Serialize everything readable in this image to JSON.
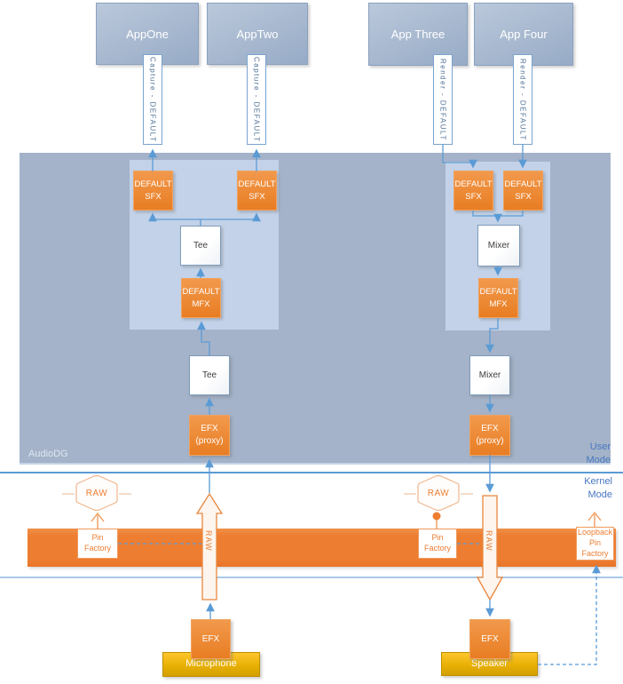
{
  "apps": {
    "one": "AppOne",
    "two": "AppTwo",
    "three": "App Three",
    "four": "App Four"
  },
  "streams": {
    "capture": "Capture - DEFAULT",
    "render": "Render - DEFAULT"
  },
  "regions": {
    "audiodg": "AudioDG",
    "user_mode": "User Mode",
    "kernel_mode": "Kernel Mode"
  },
  "nodes": {
    "default_sfx": "DEFAULT SFX",
    "default_mfx": "DEFAULT MFX",
    "tee": "Tee",
    "mixer": "Mixer",
    "efx_proxy": "EFX (proxy)",
    "efx": "EFX",
    "raw": "RAW",
    "pin_factory": "Pin Factory",
    "loopback_pin_factory": "Loopback Pin Factory"
  },
  "endpoints": {
    "microphone": "Microphone",
    "speaker": "Speaker"
  },
  "colors": {
    "accent_blue": "#5b9bd5",
    "accent_orange": "#ed7d31",
    "label_blue": "#4777c2",
    "region_fill": "#a4b3c9",
    "subregion_fill": "#c3d2e8",
    "endpoint_gold": "#e9b004"
  }
}
